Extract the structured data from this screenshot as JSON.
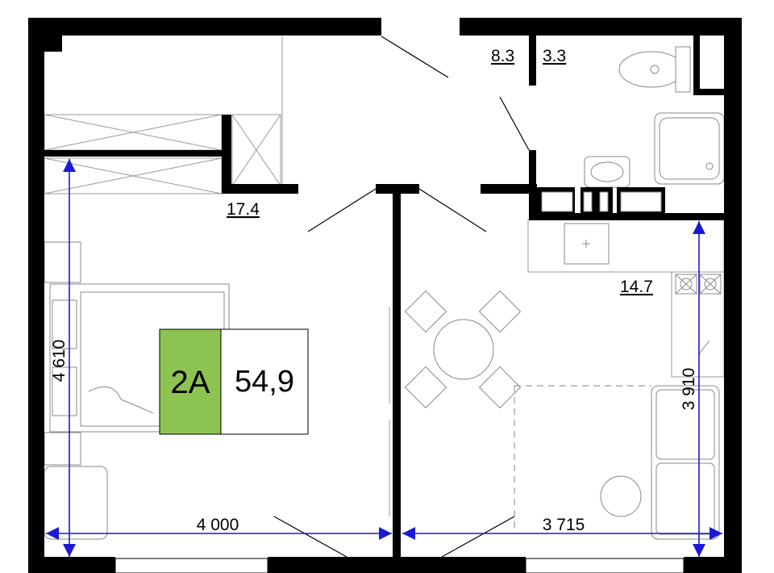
{
  "plan": {
    "apartment_code": "2A",
    "total_area": "54,9",
    "badge_color": "#8dc451",
    "rooms": [
      {
        "id": "bedroom",
        "area": "17.4"
      },
      {
        "id": "hallway",
        "area": "8.3"
      },
      {
        "id": "bathroom",
        "area": "3.3"
      },
      {
        "id": "kitchen-living",
        "area": "14.7"
      }
    ],
    "dimensions": {
      "bedroom_width": "4 000",
      "kitchen_width": "3 715",
      "bedroom_depth": "4 610",
      "kitchen_depth": "3 910"
    },
    "dimension_color": "#1a1ad6"
  }
}
